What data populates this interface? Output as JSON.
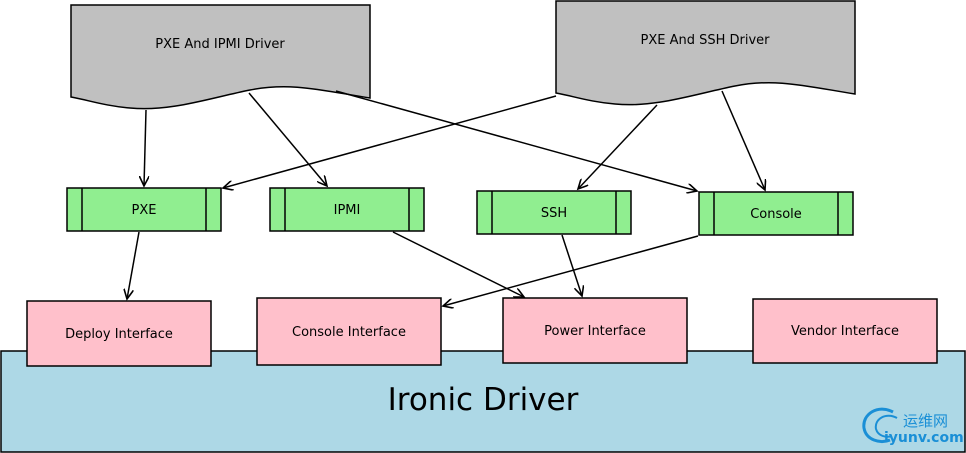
{
  "drivers": [
    {
      "label": "PXE And IPMI Driver"
    },
    {
      "label": "PXE And SSH Driver"
    }
  ],
  "modules": [
    {
      "label": "PXE"
    },
    {
      "label": "IPMI"
    },
    {
      "label": "SSH"
    },
    {
      "label": "Console"
    }
  ],
  "interfaces": [
    {
      "label": "Deploy Interface"
    },
    {
      "label": "Console Interface"
    },
    {
      "label": "Power Interface"
    },
    {
      "label": "Vendor Interface"
    }
  ],
  "base": {
    "label": "Ironic Driver"
  },
  "watermark": {
    "cn": "运维网",
    "domain": "iyunv.com"
  },
  "colors": {
    "driver_fill": "#c0c0c0",
    "module_fill": "#90ee90",
    "interface_fill": "#ffc0cb",
    "base_fill": "#add8e6",
    "stroke": "#000000",
    "watermark": "#1a8fd6"
  }
}
